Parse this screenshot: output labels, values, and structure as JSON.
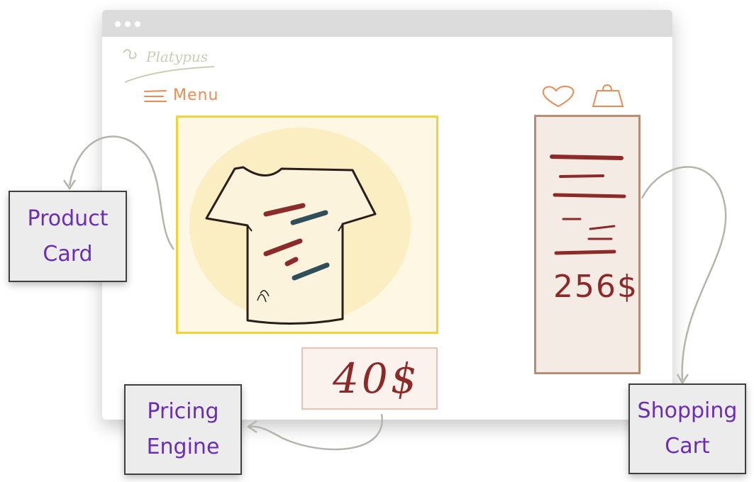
{
  "browser": {
    "logo_text": "Platypus"
  },
  "header": {
    "menu_label": "Menu",
    "icons": [
      "hamburger-icon",
      "heart-icon",
      "shopping-bag-icon"
    ]
  },
  "product": {
    "image_icon": "t-shirt-icon",
    "price": "40$"
  },
  "cart": {
    "total": "256$"
  },
  "callouts": {
    "product_card": {
      "line1": "Product",
      "line2": "Card"
    },
    "pricing_engine": {
      "line1": "Pricing",
      "line2": "Engine"
    },
    "shopping_cart": {
      "line1": "Shopping",
      "line2": "Cart"
    }
  },
  "colors": {
    "accent_orange": "#e98c55",
    "product_border": "#f0d23a",
    "cart_border": "#b58e74",
    "price_red": "#8c2a2a",
    "callout_text": "#6a2db3",
    "shirt_stripe_red": "#8a2c2c",
    "shirt_stripe_teal": "#2f4e5a"
  }
}
